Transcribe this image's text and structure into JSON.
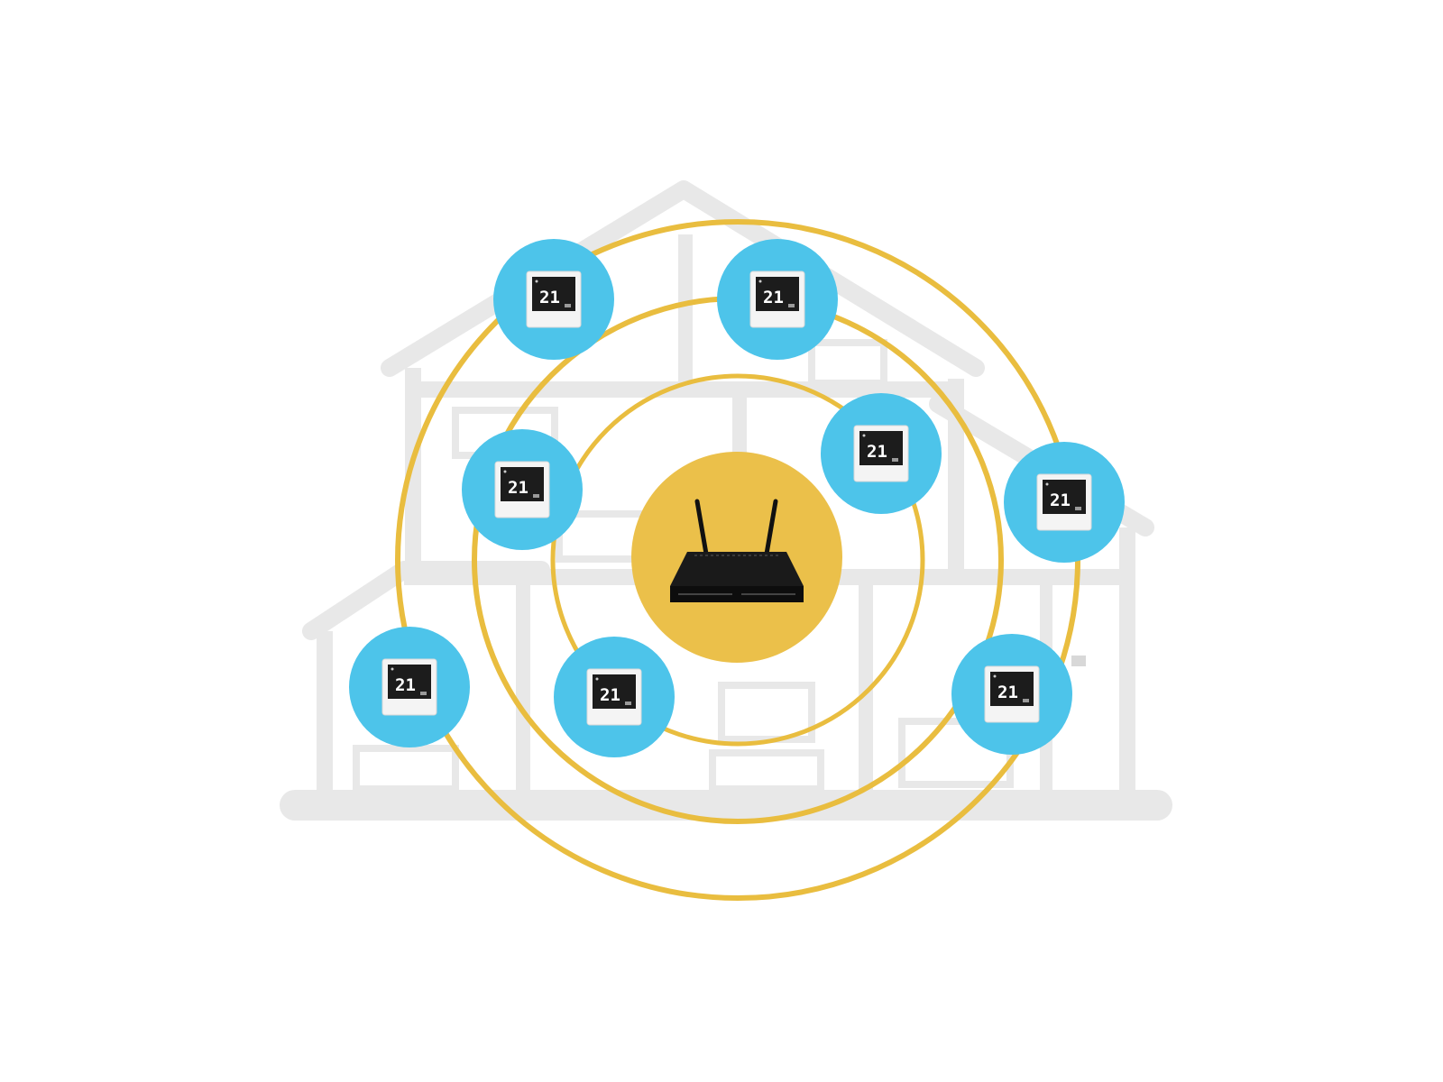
{
  "colors": {
    "background": "#ffffff",
    "house": "#e8e8e8",
    "rings": "#e9bd3f",
    "router_disc": "#ebc04a",
    "router_body": "#111111",
    "thermostat_disc": "#4dc4ea",
    "thermostat_face": "#f4f4f4",
    "thermostat_screen": "#1c1c1c",
    "thermostat_digits": "#ffffff"
  },
  "hub": {
    "icon": "wifi-router-icon"
  },
  "thermostats": [
    {
      "id": "thermostat-upper-left",
      "icon": "thermostat-icon",
      "display": "21"
    },
    {
      "id": "thermostat-upper-center",
      "icon": "thermostat-icon",
      "display": "21"
    },
    {
      "id": "thermostat-mid-left",
      "icon": "thermostat-icon",
      "display": "21"
    },
    {
      "id": "thermostat-mid-center-right",
      "icon": "thermostat-icon",
      "display": "21"
    },
    {
      "id": "thermostat-mid-right",
      "icon": "thermostat-icon",
      "display": "21"
    },
    {
      "id": "thermostat-lower-left",
      "icon": "thermostat-icon",
      "display": "21"
    },
    {
      "id": "thermostat-lower-center",
      "icon": "thermostat-icon",
      "display": "21"
    },
    {
      "id": "thermostat-lower-right",
      "icon": "thermostat-icon",
      "display": "21"
    }
  ],
  "background_icon": "house-outline-icon"
}
